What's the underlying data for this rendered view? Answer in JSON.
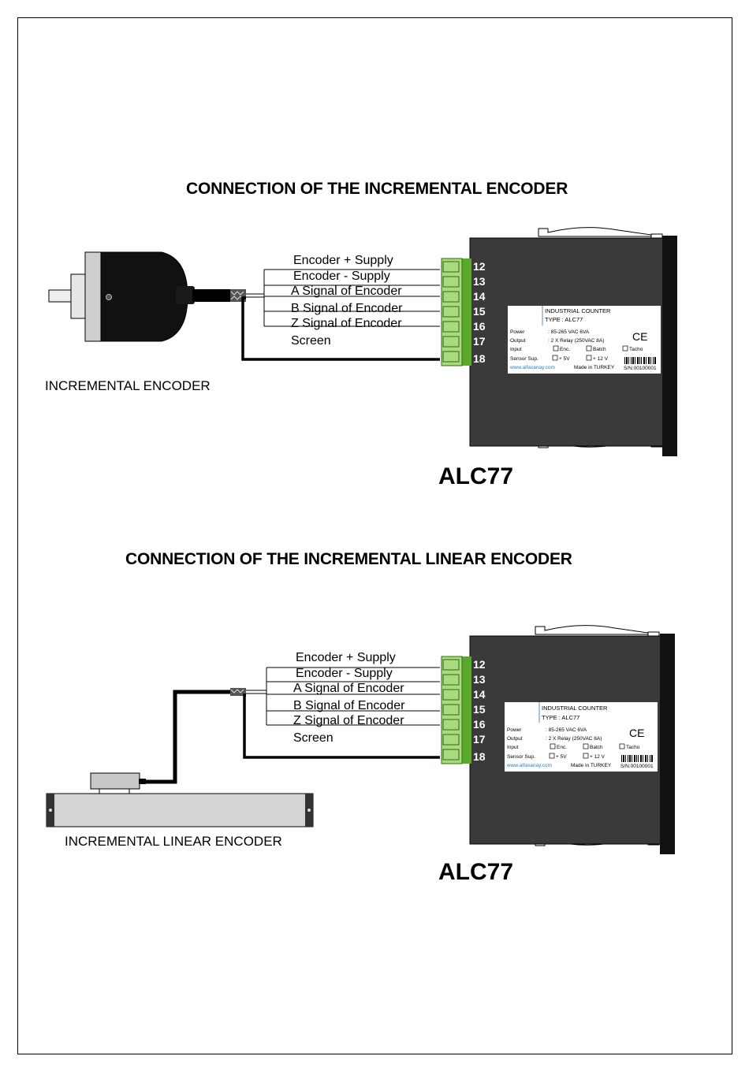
{
  "section1": {
    "title": "CONNECTION OF THE INCREMENTAL ENCODER",
    "encoder_caption": "INCREMENTAL ENCODER",
    "model": "ALC77"
  },
  "section2": {
    "title": "CONNECTION OF THE INCREMENTAL LINEAR ENCODER",
    "encoder_caption": "INCREMENTAL LINEAR ENCODER",
    "model": "ALC77"
  },
  "wires": [
    {
      "label": "Encoder + Supply"
    },
    {
      "label": "Encoder -  Supply"
    },
    {
      "label": "A Signal of Encoder"
    },
    {
      "label": "B Signal of Encoder"
    },
    {
      "label": "Z Signal of Encoder"
    },
    {
      "label": "Screen"
    }
  ],
  "terminals": [
    "12",
    "13",
    "14",
    "15",
    "16",
    "17",
    "18"
  ],
  "device_label": {
    "title": "INDUSTRIAL COUNTER",
    "type": "TYPE : ALC77",
    "power_key": "Power",
    "power_value": ": 85-265 VAC  6VA",
    "output_key": "Output",
    "output_value": ": 2 X Relay (250VAC 8A)",
    "input_key": "Input",
    "input_options": [
      "Enc.",
      "Batch",
      "Tacho"
    ],
    "sensor_key": "Sensor Sup.",
    "sensor_options": [
      "+ 5V",
      "+ 12 V"
    ],
    "website": "www.alfaxanay.com",
    "made_in": "Made in TURKEY",
    "serial": "S/N:00100001",
    "ce_mark": "CE"
  },
  "colors": {
    "device_body": "#3a3a3a",
    "terminal_green": "#5aa82e",
    "connector_green": "#a9db7e",
    "linear_body": "#d4d4d4"
  }
}
